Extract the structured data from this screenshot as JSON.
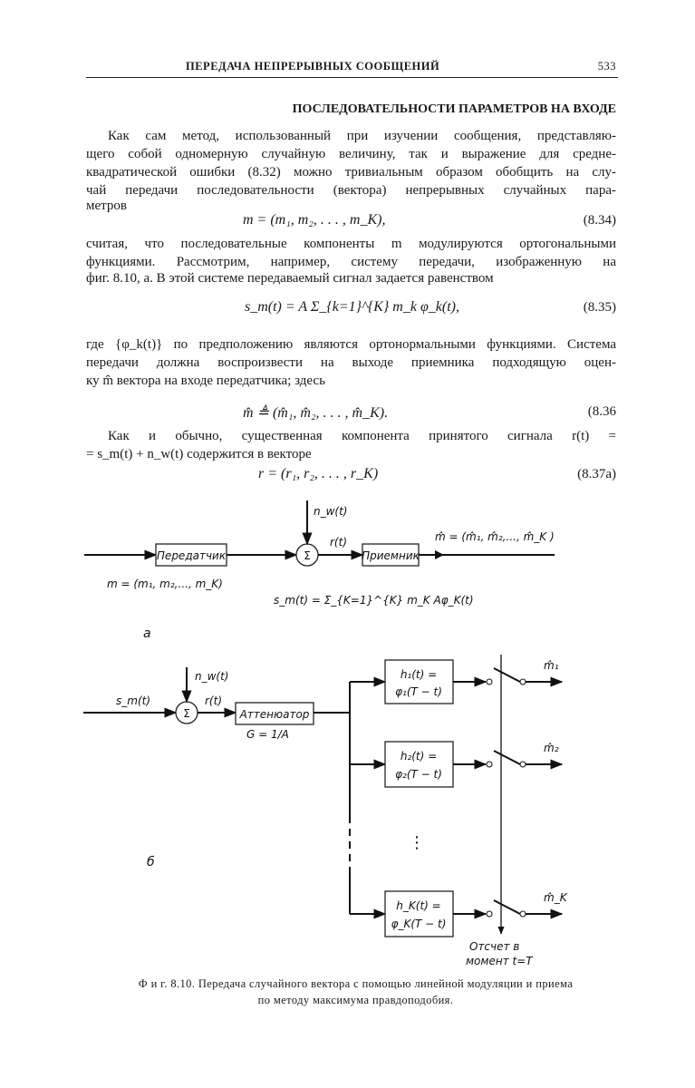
{
  "header": {
    "running_title": "ПЕРЕДАЧА НЕПРЕРЫВНЫХ СООБЩЕНИЙ",
    "page_number": "533"
  },
  "section_title": "ПОСЛЕДОВАТЕЛЬНОСТИ ПАРАМЕТРОВ НА ВХОДЕ",
  "para1": [
    "Как сам метод, использованный при изучении сообщения, представляю-",
    "щего собой одномерную случайную величину, так и выражение для средне-",
    "квадратической ошибки (8.32) можно тривиальным образом обобщить на слу-",
    "чай передачи последовательности (вектора) непрерывных случайных пара-",
    "метров"
  ],
  "eq_834": {
    "formula": "m = (m₁, m₂, . . . , m_K),",
    "number": "(8.34)"
  },
  "para2": [
    "считая, что последовательные компоненты m модулируются ортогональными",
    "функциями. Рассмотрим, например, систему передачи, изображенную на",
    "фиг. 8.10, а. В этой системе передаваемый сигнал задается равенством"
  ],
  "eq_835": {
    "formula": "s_m(t) = A Σ_{k=1}^{K} m_k φ_k(t),",
    "number": "(8.35)"
  },
  "para3": [
    "где {φ_k(t)} по предположению являются ортонормальными функциями. Система",
    "передачи должна воспроизвести на выходе приемника подходящую оцен-",
    "ку m̂ вектора на входе передатчика; здесь"
  ],
  "eq_836": {
    "formula": "m̂ ≜ (m̂₁, m̂₂, . . . , m̂_K).",
    "number": "(8.36"
  },
  "para4": [
    "Как и обычно, существенная компонента принятого сигнала r(t) =",
    "= s_m(t) + n_w(t) содержится в векторе"
  ],
  "eq_837a": {
    "formula": "r = (r₁, r₂, . . . , r_K)",
    "number": "(8.37a)"
  },
  "figure_a": {
    "noise": "n_w(t)",
    "transmitter": "Передатчик",
    "sum": "Σ",
    "received": "r(t)",
    "receiver": "Приемник",
    "output": "m̂ = (m̂₁, m̂₂,..., m̂_K )",
    "input": "m = (m₁, m₂,..., m_K)",
    "signal": "s_m(t) = Σ_{K=1}^{K} m_K Aφ_K(t)",
    "label": "а"
  },
  "figure_b": {
    "input": "s_m(t)",
    "noise": "n_w(t)",
    "sum": "Σ",
    "received": "r(t)",
    "attenuator": "Аттенюатор",
    "gain": "G = 1/A",
    "filters": [
      {
        "top": "h₁(t) =",
        "bottom": "φ₁(T − t)",
        "output": "m̂₁"
      },
      {
        "top": "h₂(t) =",
        "bottom": "φ₂(T − t)",
        "output": "m̂₂"
      },
      {
        "top": "h_K(t) =",
        "bottom": "φ_K(T − t)",
        "output": "m̂_K"
      }
    ],
    "ellipsis": "⋮",
    "sampling_line1": "Отсчет в",
    "sampling_line2": "момент t=T",
    "label": "б"
  },
  "caption": {
    "line1": "Ф и г. 8.10. Передача случайного вектора с помощью линейной модуляции и приема",
    "line2": "по методу максимума правдоподобия."
  }
}
